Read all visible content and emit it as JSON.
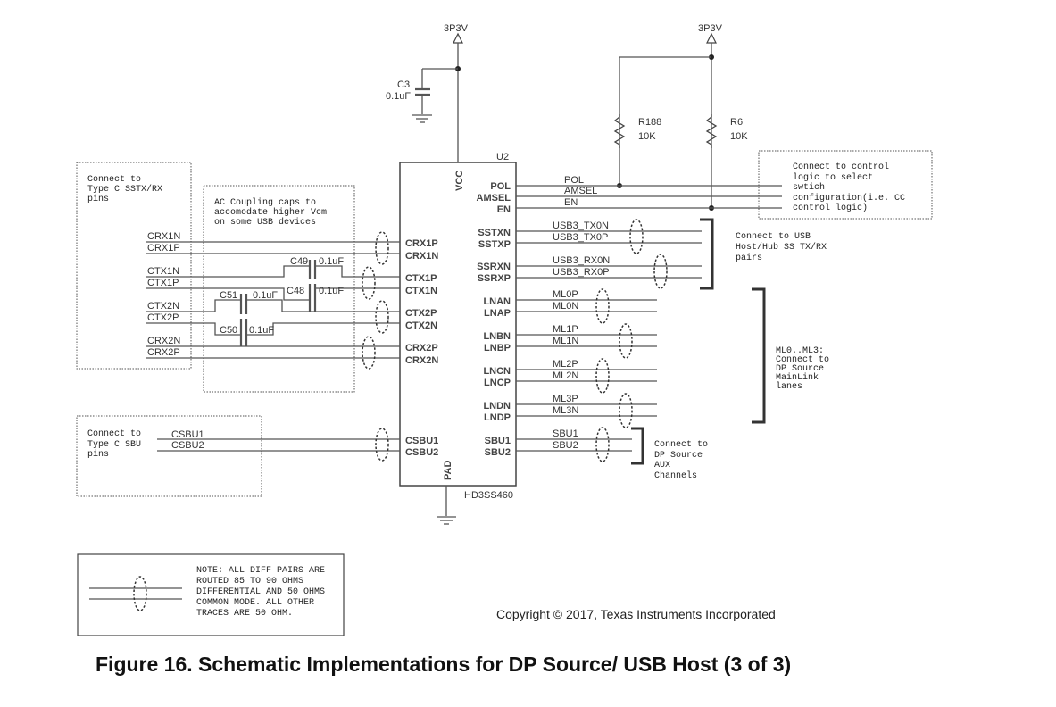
{
  "figure": {
    "caption": "Figure 16.  Schematic Implementations for DP Source/ USB Host (3 of 3)",
    "copyright": "Copyright © 2017, Texas Instruments Incorporated"
  },
  "power": {
    "rail_left": "3P3V",
    "rail_right": "3P3V"
  },
  "components": {
    "c3": {
      "ref": "C3",
      "value": "0.1uF"
    },
    "r188": {
      "ref": "R188",
      "value": "10K"
    },
    "r6": {
      "ref": "R6",
      "value": "10K"
    },
    "c49": {
      "ref": "C49",
      "value": "0.1uF"
    },
    "c48": {
      "ref": "C48",
      "value": "0.1uF"
    },
    "c51": {
      "ref": "C51",
      "value": "0.1uF"
    },
    "c50": {
      "ref": "C50",
      "value": "0.1uF"
    }
  },
  "ic": {
    "ref": "U2",
    "part": "HD3SS460",
    "vcc_pin": "VCC",
    "pad_pin": "PAD",
    "left_pins": [
      "CRX1P",
      "CRX1N",
      "CTX1P",
      "CTX1N",
      "CTX2P",
      "CTX2N",
      "CRX2P",
      "CRX2N",
      "CSBU1",
      "CSBU2"
    ],
    "right_pins": [
      "POL",
      "AMSEL",
      "EN",
      "SSTXN",
      "SSTXP",
      "SSRXN",
      "SSRXP",
      "LNAN",
      "LNAP",
      "LNBN",
      "LNBP",
      "LNCN",
      "LNCP",
      "LNDN",
      "LNDP",
      "SBU1",
      "SBU2"
    ]
  },
  "nets": {
    "left": [
      "CRX1N",
      "CRX1P",
      "CTX1N",
      "CTX1P",
      "CTX2N",
      "CTX2P",
      "CRX2N",
      "CRX2P"
    ],
    "sbu_left": [
      "CSBU1",
      "CSBU2"
    ],
    "control": [
      "POL",
      "AMSEL",
      "EN"
    ],
    "usb": [
      "USB3_TX0N",
      "USB3_TX0P",
      "USB3_RX0N",
      "USB3_RX0P"
    ],
    "mainlink": [
      "ML0P",
      "ML0N",
      "ML1P",
      "ML1N",
      "ML2P",
      "ML2N",
      "ML3P",
      "ML3N"
    ],
    "sbu_right": [
      "SBU1",
      "SBU2"
    ]
  },
  "notes": {
    "type_c_sstx": [
      "Connect to",
      "Type C SSTX/RX",
      "pins"
    ],
    "ac_coupling": [
      "AC Coupling caps to",
      "accomodate higher Vcm",
      "on some USB devices"
    ],
    "type_c_sbu": [
      "Connect to",
      "Type C SBU",
      "pins"
    ],
    "control_logic": [
      "Connect to control",
      "logic to select",
      "swtich",
      "configuration(i.e. CC",
      "control logic)"
    ],
    "usb_host": [
      "Connect to USB",
      "Host/Hub SS TX/RX",
      "pairs"
    ],
    "mainlink": [
      "ML0..ML3:",
      "Connect to",
      "DP Source",
      "MainLink",
      "lanes"
    ],
    "aux": [
      "Connect to",
      "DP Source",
      "AUX",
      "Channels"
    ],
    "diff_pairs": [
      "NOTE: ALL DIFF PAIRS ARE",
      "ROUTED 85 TO 90 OHMS",
      "DIFFERENTIAL AND 50 OHMS",
      "COMMON MODE. ALL OTHER",
      "TRACES ARE 50 OHM."
    ]
  }
}
